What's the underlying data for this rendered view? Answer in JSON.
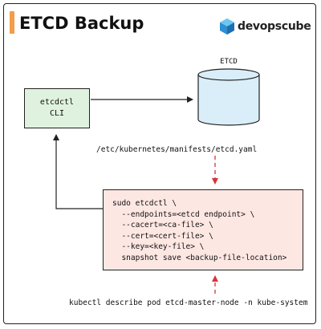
{
  "header": {
    "title": "ETCD Backup",
    "brand": "devopscube",
    "accent_color": "#f39c4a"
  },
  "nodes": {
    "cli": {
      "line1": "etcdctl",
      "line2": "CLI"
    },
    "etcd": {
      "label": "ETCD"
    },
    "manifest_path": "/etc/kubernetes/manifests/etcd.yaml",
    "command": {
      "lines": [
        "sudo etcdctl \\",
        "  --endpoints=<etcd endpoint> \\",
        "  --cacert=<ca-file> \\",
        "  --cert=<cert-file> \\",
        "  --key=<key-file> \\",
        "  snapshot save <backup-file-location>"
      ]
    },
    "describe_command": "kubectl describe pod etcd-master-node -n kube-system"
  },
  "colors": {
    "cli_fill": "#dff2df",
    "db_fill": "#d9eef8",
    "command_fill": "#fde7e3",
    "dashed_arrow": "#d9343b"
  }
}
